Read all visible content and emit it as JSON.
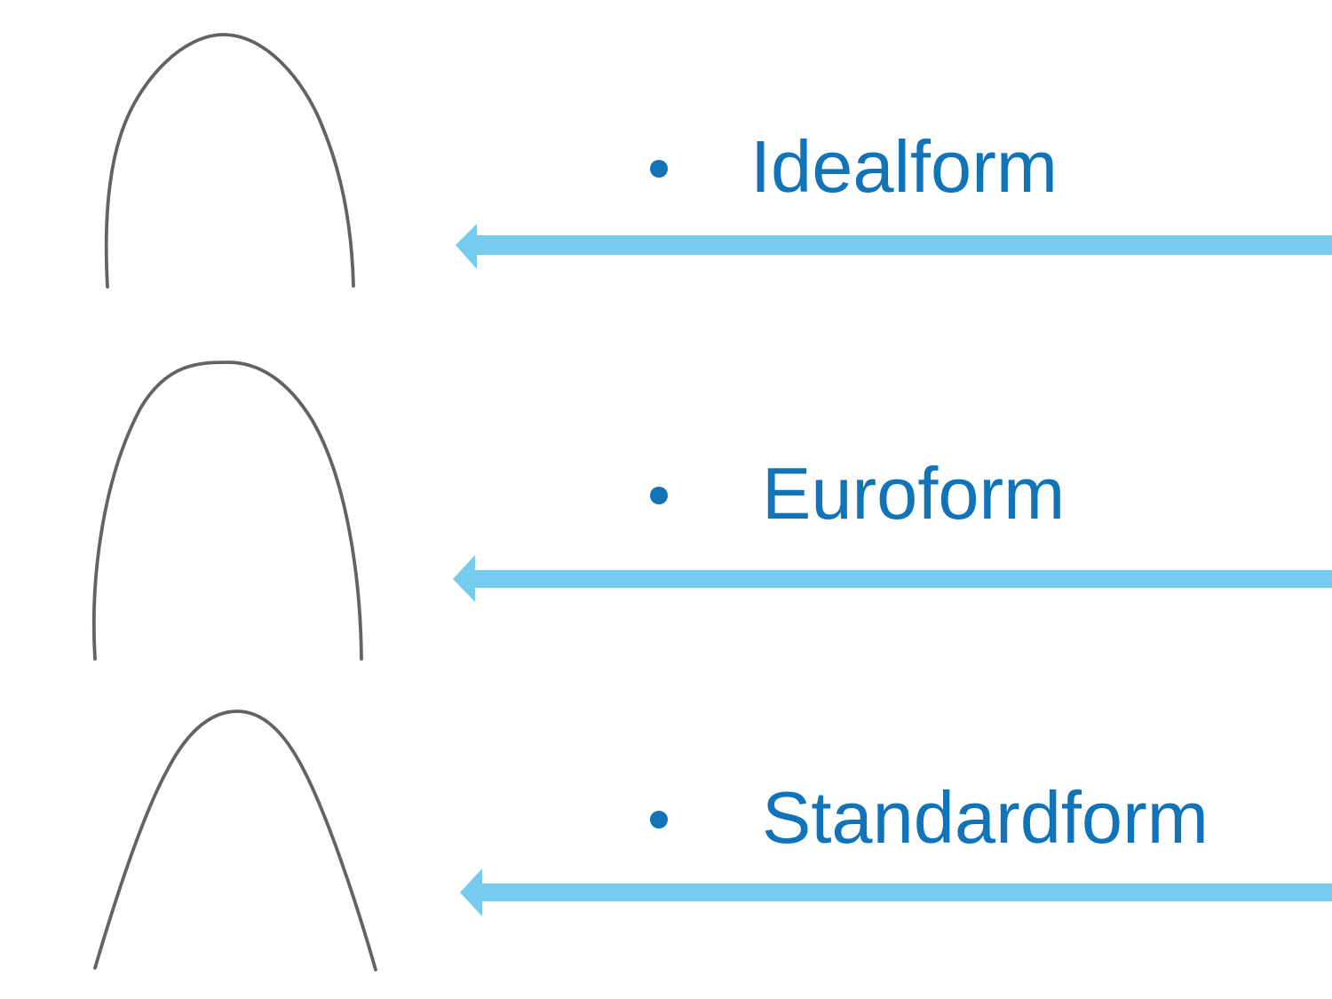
{
  "slide": {
    "bullet_glyph": "•",
    "items": [
      {
        "label": "Idealform",
        "wire_shape": "ideal-archwire"
      },
      {
        "label": "Euroform",
        "wire_shape": "euro-archwire"
      },
      {
        "label": "Standardform",
        "wire_shape": "standard-archwire"
      }
    ]
  },
  "colors": {
    "background": "#ffffff",
    "label_text": "#1173b8",
    "bullet": "#1173b8",
    "arrow": "#76ccee",
    "wire": "#636363"
  }
}
